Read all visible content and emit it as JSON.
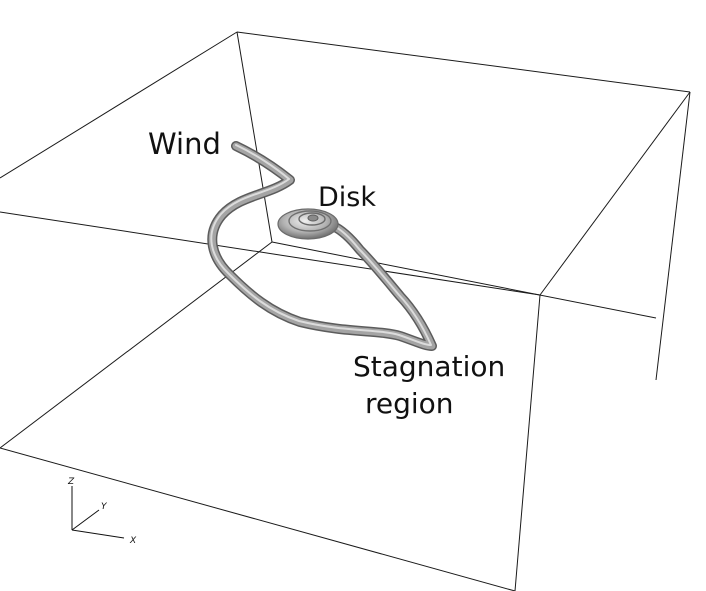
{
  "labels": {
    "wind": "Wind",
    "disk": "Disk",
    "stagnation_line1": "Stagnation",
    "stagnation_line2": "region"
  },
  "axes": {
    "z": "Z",
    "y": "Y",
    "x": "X"
  },
  "colors": {
    "background": "#ffffff",
    "box_lines": "#1a1a1a",
    "tube_dark": "#6a6a6a",
    "tube_light": "#bdbdbd",
    "tube_highlight": "#e6e6e6"
  }
}
